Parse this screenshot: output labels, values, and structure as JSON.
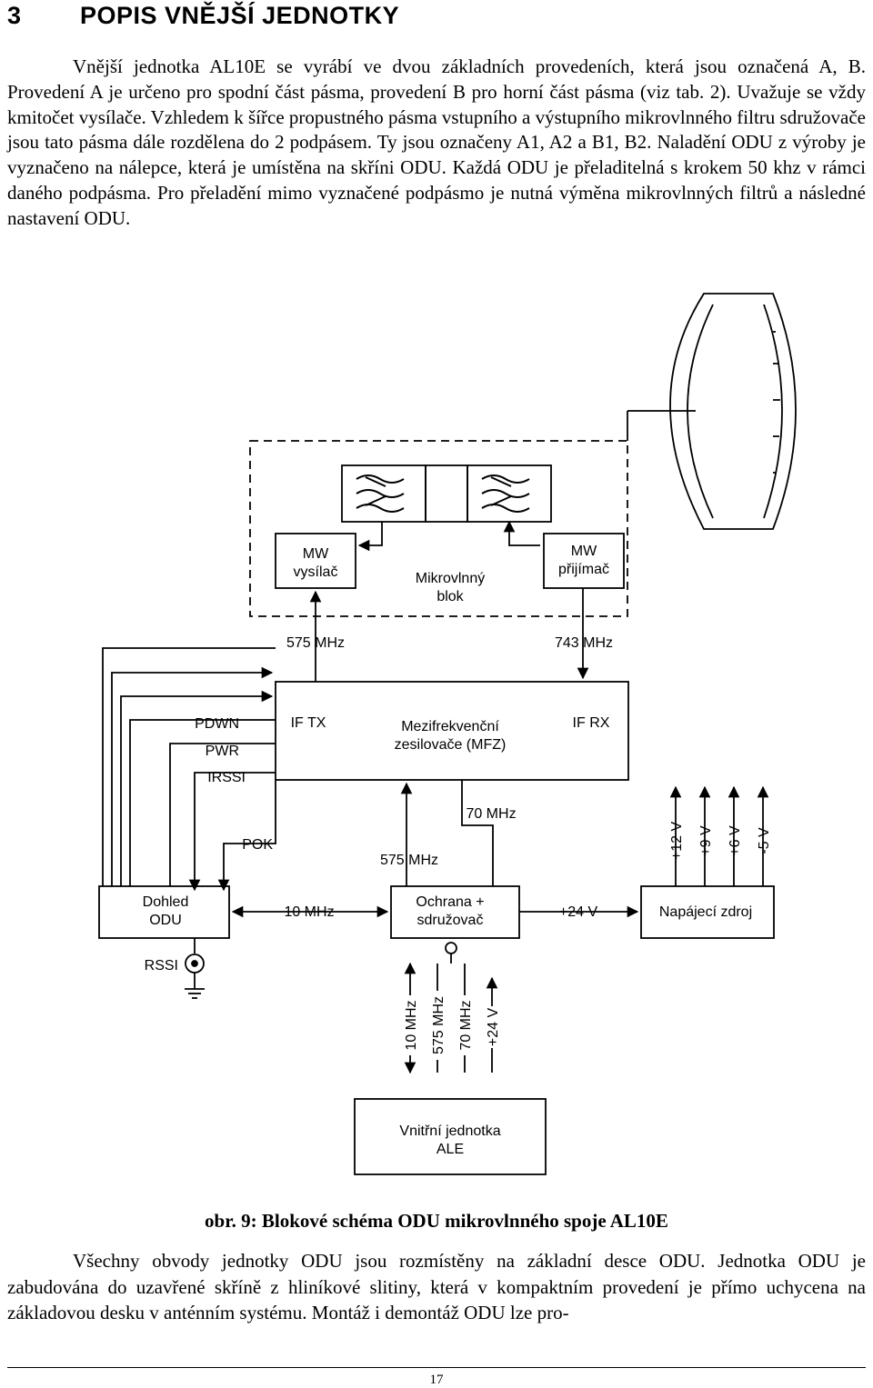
{
  "heading": {
    "number": "3",
    "title": "POPIS VNĚJŠÍ JEDNOTKY"
  },
  "paragraph1": "Vnější jednotka AL10E se vyrábí ve dvou základních provedeních, která jsou označená A, B. Provedení A je určeno pro spodní část pásma, provedení B pro horní část pásma (viz tab. 2). Uvažuje se vždy kmitočet vysílače. Vzhledem k šířce propustného pásma vstupního a výstupního mikrovlnného filtru sdružovače jsou tato pásma dále rozdělena do 2 podpásem. Ty jsou označeny A1, A2 a B1, B2. Naladění ODU z výroby je vyznačeno na nálepce, která je umístěna na skříni ODU. Každá ODU je přeladitelná s krokem 50 khz v rámci daného podpásma. Pro přeladění mimo vyznačené podpásmo je nutná výměna mikrovlnných filtrů a následné nastavení ODU.",
  "diagram": {
    "mw_tx_1": "MW",
    "mw_tx_2": "vysílač",
    "mw_rx_1": "MW",
    "mw_rx_2": "přijímač",
    "mw_block_1": "Mikrovlnný",
    "mw_block_2": "blok",
    "tx_freq": "575 MHz",
    "rx_freq": "743 MHz",
    "pdwn": "PDWN",
    "pwr": "PWR",
    "irssi": "IRSSI",
    "if_tx": "IF TX",
    "if_rx": "IF RX",
    "mfz_1": "Mezifrekvenční",
    "mfz_2": "zesilovače (MFZ)",
    "f70": "70 MHz",
    "pok": "POK",
    "f575": "575 MHz",
    "v12": "+12 V",
    "v9": "+9 V",
    "v6": "+6 V",
    "vm5": "-5 V",
    "dohled_1": "Dohled",
    "dohled_2": "ODU",
    "f10": "10 MHz",
    "ochrana_1": "Ochrana +",
    "ochrana_2": "sdružovač",
    "v24": "+24 V",
    "napajeci": "Napájecí zdroj",
    "rssi": "RSSI",
    "cable_10": "10 MHz",
    "cable_575": "575 MHz",
    "cable_70": "70 MHz",
    "cable_24": "+24 V",
    "idu_1": "Vnitřní jednotka",
    "idu_2": "ALE"
  },
  "caption": {
    "prefix": "obr.",
    "text": " 9: Blokové schéma ODU mikrovlnného spoje AL10E"
  },
  "paragraph2": "Všechny obvody jednotky ODU jsou rozmístěny na základní desce ODU. Jednotka ODU je zabudována do uzavřené skříně z hliníkové slitiny, která v kompaktním provedení je přímo uchycena na základovou desku v anténním systému. Montáž i demontáž ODU lze pro-",
  "page_number": "17"
}
